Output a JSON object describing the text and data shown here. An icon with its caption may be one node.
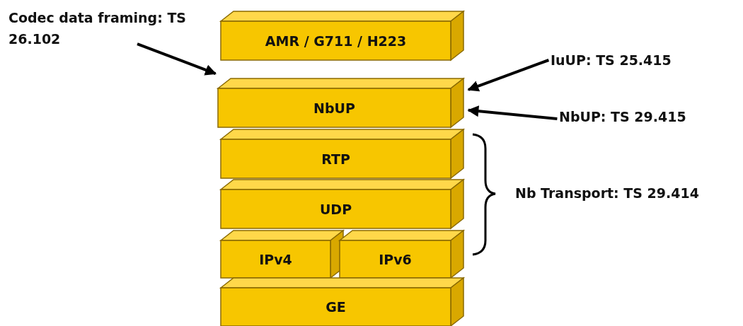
{
  "diagram": {
    "nodes": [
      {
        "text": [
          "AMR / G711 / H223"
        ]
      },
      {
        "text": [
          "NbUP"
        ]
      },
      {
        "text": [
          "RTP"
        ]
      },
      {
        "text": [
          "UDP"
        ]
      },
      {
        "text": [
          "IPv4"
        ]
      },
      {
        "text": [
          "IPv6"
        ]
      },
      {
        "text": [
          "GE"
        ]
      },
      {
        "text": [
          "Codec data framing: TS 26.102"
        ]
      },
      {
        "text": [
          "IuUP: TS 25.415"
        ]
      },
      {
        "text": [
          "NbUP: TS 29.415"
        ]
      }
    ],
    "edges": [
      {
        "from": 7,
        "to": 1,
        "arrow": "to"
      },
      {
        "from": 8,
        "to": 1,
        "arrow": "to"
      },
      {
        "from": 9,
        "to": 1,
        "arrow": "to"
      }
    ],
    "labels": [
      "Nb Transport: TS 29.414"
    ]
  }
}
